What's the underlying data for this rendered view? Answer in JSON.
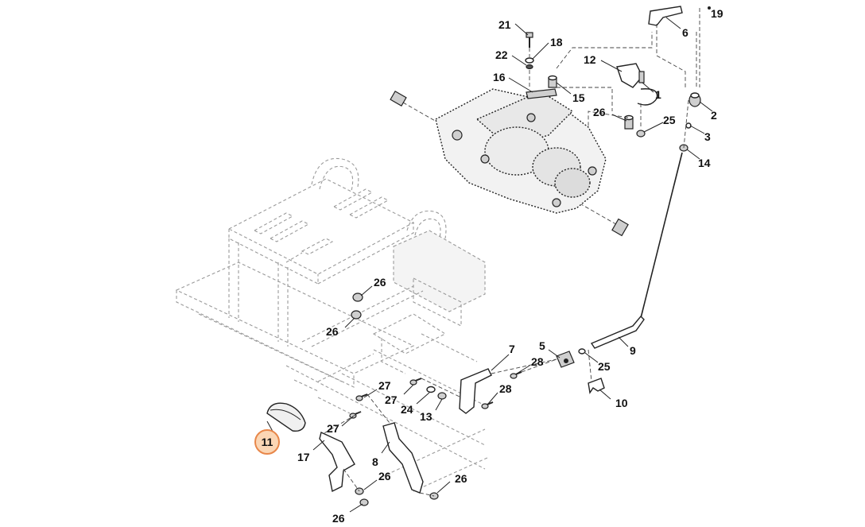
{
  "diagram": {
    "highlighted_part": "11",
    "highlight_color": "#e8874a",
    "highlight_fill": "#fbd6b4",
    "callouts": [
      {
        "id": "c21",
        "label": "21"
      },
      {
        "id": "c18",
        "label": "18"
      },
      {
        "id": "c22",
        "label": "22"
      },
      {
        "id": "c16",
        "label": "16"
      },
      {
        "id": "c15",
        "label": "15"
      },
      {
        "id": "c12",
        "label": "12"
      },
      {
        "id": "c1",
        "label": "1"
      },
      {
        "id": "c6",
        "label": "6"
      },
      {
        "id": "c19",
        "label": "19"
      },
      {
        "id": "c2",
        "label": "2"
      },
      {
        "id": "c3",
        "label": "3"
      },
      {
        "id": "c14",
        "label": "14"
      },
      {
        "id": "c26a",
        "label": "26"
      },
      {
        "id": "c25a",
        "label": "25"
      },
      {
        "id": "c26b",
        "label": "26"
      },
      {
        "id": "c26c",
        "label": "26"
      },
      {
        "id": "c7",
        "label": "7"
      },
      {
        "id": "c5",
        "label": "5"
      },
      {
        "id": "c28a",
        "label": "28"
      },
      {
        "id": "c25b",
        "label": "25"
      },
      {
        "id": "c9",
        "label": "9"
      },
      {
        "id": "c28b",
        "label": "28"
      },
      {
        "id": "c10",
        "label": "10"
      },
      {
        "id": "c27a",
        "label": "27"
      },
      {
        "id": "c27b",
        "label": "27"
      },
      {
        "id": "c24",
        "label": "24"
      },
      {
        "id": "c13",
        "label": "13"
      },
      {
        "id": "c27c",
        "label": "27"
      },
      {
        "id": "c11",
        "label": "11"
      },
      {
        "id": "c17",
        "label": "17"
      },
      {
        "id": "c8",
        "label": "8"
      },
      {
        "id": "c26d",
        "label": "26"
      },
      {
        "id": "c26e",
        "label": "26"
      },
      {
        "id": "c26f",
        "label": "26"
      }
    ]
  }
}
